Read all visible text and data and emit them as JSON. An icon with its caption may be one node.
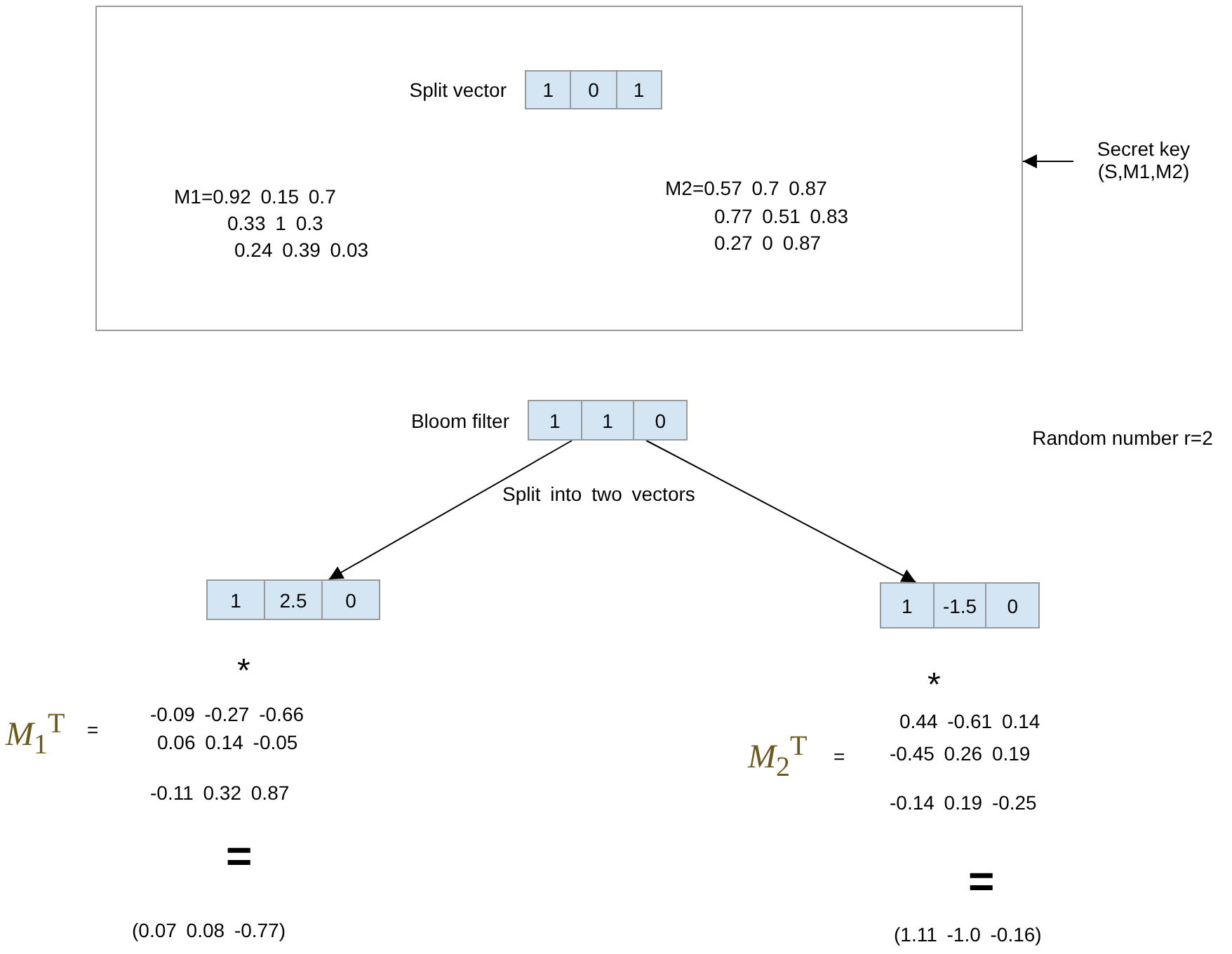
{
  "diagram": {
    "nodes": [
      {
        "text": [],
        "shape": "box"
      },
      {
        "text": [
          "1",
          "0",
          "1"
        ],
        "in": 0,
        "beside": [
          "Split vector"
        ]
      },
      {
        "text": [
          "Secret key (S,M1,M2)"
        ]
      },
      {
        "text": [
          "1",
          "1",
          "0"
        ],
        "beside": [
          "Bloom filter"
        ]
      },
      {
        "text": [
          "1",
          "2.5",
          "0"
        ]
      },
      {
        "text": [
          "1",
          "-1.5",
          "0"
        ]
      }
    ],
    "edges": [
      {
        "from": 2,
        "to": 0,
        "arrow": "to"
      },
      {
        "from": 3,
        "to": 4,
        "arrow": "to"
      },
      {
        "from": 3,
        "to": 5,
        "arrow": "to"
      }
    ],
    "labels": [
      "M1=0.92 0.15 0.7",
      "0.33 1 0.3",
      "0.24 0.39 0.03",
      "M2=0.57 0.7 0.87",
      "0.77 0.51 0.83",
      "0.27 0 0.87",
      "Random number r=2",
      "Split into two vectors",
      "*",
      "*",
      "*M*$_{1}$$^{T}$",
      "=",
      "-0.09 -0.27 -0.66",
      "0.06 0.14 -0.05",
      "-0.11 0.32 0.87",
      "*M*$_{2}$$^{T}$",
      "=",
      "0.44 -0.61 0.14",
      "-0.45 0.26 0.19",
      "-0.14 0.19 -0.25",
      "=",
      "=",
      "(0.07 0.08 -0.77)",
      "(1.11 -1.0 -0.16)"
    ]
  }
}
